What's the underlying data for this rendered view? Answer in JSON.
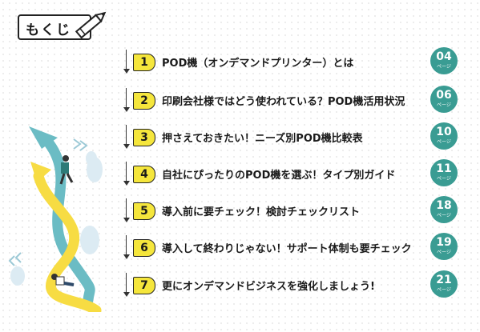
{
  "header": {
    "title": "もくじ",
    "pencil_icon": "pencil-icon"
  },
  "toc": {
    "items": [
      {
        "number": "1",
        "text": "POD機（オンデマンドプリンター）とは",
        "page": "04",
        "unit": "ページ"
      },
      {
        "number": "2",
        "text": "印刷会社様ではどう使われている？POD機活用状況",
        "page": "06",
        "unit": "ページ"
      },
      {
        "number": "3",
        "text": "押さえておきたい！ニーズ別POD機比較表",
        "page": "10",
        "unit": "ページ"
      },
      {
        "number": "4",
        "text": "自社にぴったりのPOD機を選ぶ！タイプ別ガイド",
        "page": "11",
        "unit": "ページ"
      },
      {
        "number": "5",
        "text": "導入前に要チェック！検討チェックリスト",
        "page": "18",
        "unit": "ページ"
      },
      {
        "number": "6",
        "text": "導入して終わりじゃない！サポート体制も要チェック",
        "page": "19",
        "unit": "ページ"
      },
      {
        "number": "7",
        "text": "更にオンデマンドビジネスを強化しましょう!",
        "page": "21",
        "unit": "ページ"
      }
    ]
  },
  "colors": {
    "number_badge": "#f5e63c",
    "page_badge": "#3a9c93",
    "teal_arrow": "#6bbcc4",
    "yellow_arrow": "#f7dc43",
    "cloud": "#dcebf3"
  }
}
